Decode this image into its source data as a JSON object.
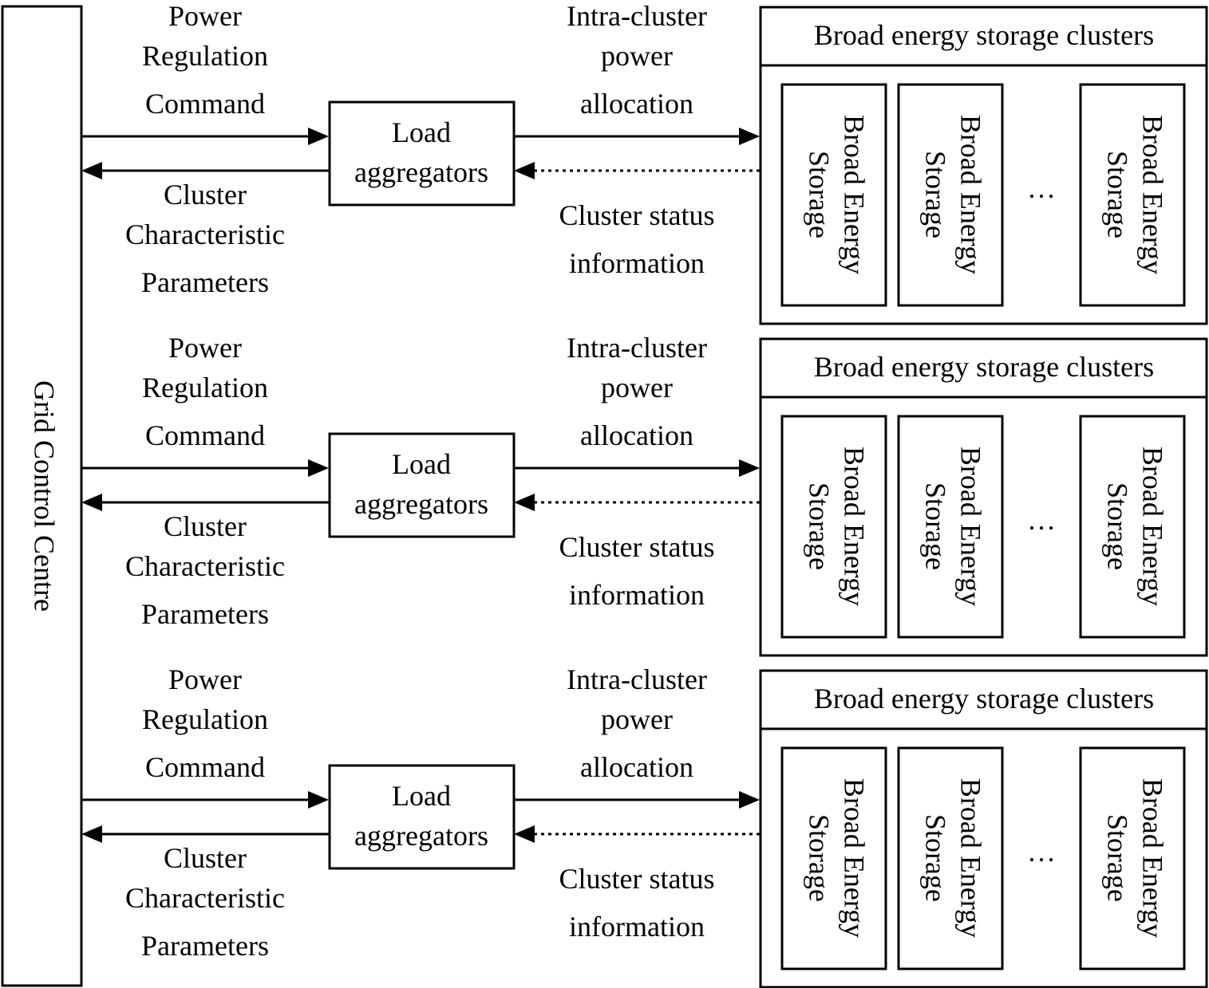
{
  "centre": {
    "label": "Grid Control Centre"
  },
  "rows": [
    {
      "command_label": [
        "Power",
        "Regulation",
        "Command"
      ],
      "params_label": [
        "Cluster",
        "Characteristic",
        "Parameters"
      ],
      "aggregator_label": [
        "Load",
        "aggregators"
      ],
      "allocation_label": [
        "Intra-cluster",
        "power",
        "allocation"
      ],
      "status_label": [
        "Cluster status",
        "information"
      ],
      "cluster_title": "Broad energy storage clusters",
      "units": [
        [
          "Broad Energy",
          "Storage"
        ],
        [
          "Broad Energy",
          "Storage"
        ],
        [
          "Broad Energy",
          "Storage"
        ]
      ],
      "ellipsis": "…"
    },
    {
      "command_label": [
        "Power",
        "Regulation",
        "Command"
      ],
      "params_label": [
        "Cluster",
        "Characteristic",
        "Parameters"
      ],
      "aggregator_label": [
        "Load",
        "aggregators"
      ],
      "allocation_label": [
        "Intra-cluster",
        "power",
        "allocation"
      ],
      "status_label": [
        "Cluster status",
        "information"
      ],
      "cluster_title": "Broad energy storage clusters",
      "units": [
        [
          "Broad Energy",
          "Storage"
        ],
        [
          "Broad Energy",
          "Storage"
        ],
        [
          "Broad Energy",
          "Storage"
        ]
      ],
      "ellipsis": "…"
    },
    {
      "command_label": [
        "Power",
        "Regulation",
        "Command"
      ],
      "params_label": [
        "Cluster",
        "Characteristic",
        "Parameters"
      ],
      "aggregator_label": [
        "Load",
        "aggregators"
      ],
      "allocation_label": [
        "Intra-cluster",
        "power",
        "allocation"
      ],
      "status_label": [
        "Cluster status",
        "information"
      ],
      "cluster_title": "Broad energy storage clusters",
      "units": [
        [
          "Broad Energy",
          "Storage"
        ],
        [
          "Broad Energy",
          "Storage"
        ],
        [
          "Broad Energy",
          "Storage"
        ]
      ],
      "ellipsis": "…"
    }
  ]
}
